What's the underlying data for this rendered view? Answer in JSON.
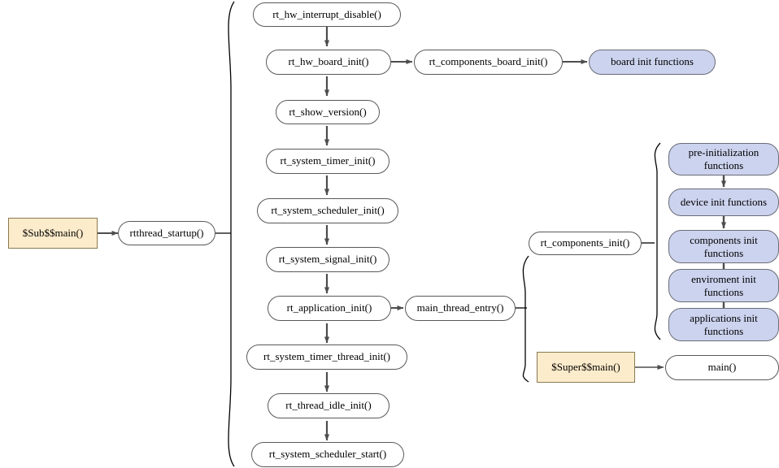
{
  "diagram": {
    "title": "RT-Thread startup flow",
    "colors": {
      "node_fill_default": "#ffffff",
      "node_fill_blue": "#ccd3ee",
      "node_fill_cream": "#fdeccb",
      "node_stroke": "#59595c",
      "rect_stroke": "#8a7a4f",
      "arrow": "#595959",
      "brace": "#000000",
      "text": "#000000"
    },
    "nodes": {
      "sub_main": {
        "label": "$Sub$$main()",
        "shape": "rect",
        "fill": "cream"
      },
      "rtthread_startup": {
        "label": "rtthread_startup()",
        "shape": "rounded",
        "fill": "white"
      },
      "rt_hw_interrupt_disable": {
        "label": "rt_hw_interrupt_disable()",
        "shape": "rounded",
        "fill": "white"
      },
      "rt_hw_board_init": {
        "label": "rt_hw_board_init()",
        "shape": "rounded",
        "fill": "white"
      },
      "rt_components_board_init": {
        "label": "rt_components_board_init()",
        "shape": "rounded",
        "fill": "white"
      },
      "board_init_functions": {
        "label": "board init functions",
        "shape": "rounded",
        "fill": "blue"
      },
      "rt_show_version": {
        "label": "rt_show_version()",
        "shape": "rounded",
        "fill": "white"
      },
      "rt_system_timer_init": {
        "label": "rt_system_timer_init()",
        "shape": "rounded",
        "fill": "white"
      },
      "rt_system_scheduler_init": {
        "label": "rt_system_scheduler_init()",
        "shape": "rounded",
        "fill": "white"
      },
      "rt_system_signal_init": {
        "label": "rt_system_signal_init()",
        "shape": "rounded",
        "fill": "white"
      },
      "rt_application_init": {
        "label": "rt_application_init()",
        "shape": "rounded",
        "fill": "white"
      },
      "main_thread_entry": {
        "label": "main_thread_entry()",
        "shape": "rounded",
        "fill": "white"
      },
      "rt_system_timer_thread_init": {
        "label": "rt_system_timer_thread_init()",
        "shape": "rounded",
        "fill": "white"
      },
      "rt_thread_idle_init": {
        "label": "rt_thread_idle_init()",
        "shape": "rounded",
        "fill": "white"
      },
      "rt_system_scheduler_start": {
        "label": "rt_system_scheduler_start()",
        "shape": "rounded",
        "fill": "white"
      },
      "rt_components_init": {
        "label": "rt_components_init()",
        "shape": "rounded",
        "fill": "white"
      },
      "pre_initialization_functions": {
        "label": "pre-initialization\nfunctions",
        "shape": "rounded",
        "fill": "blue"
      },
      "device_init_functions": {
        "label": "device init functions",
        "shape": "rounded",
        "fill": "blue"
      },
      "components_init_functions": {
        "label": "components init\nfunctions",
        "shape": "rounded",
        "fill": "blue"
      },
      "enviroment_init_functions": {
        "label": "enviroment init\nfunctions",
        "shape": "rounded",
        "fill": "blue"
      },
      "applications_init_functions": {
        "label": "applications init\nfunctions",
        "shape": "rounded",
        "fill": "blue"
      },
      "super_main": {
        "label": "$Super$$main()",
        "shape": "rect",
        "fill": "cream"
      },
      "main": {
        "label": "main()",
        "shape": "rounded",
        "fill": "white"
      }
    },
    "edges": [
      {
        "from": "sub_main",
        "to": "rtthread_startup",
        "kind": "arrow"
      },
      {
        "from": "rtthread_startup",
        "to": "startup_brace",
        "kind": "brace-connector"
      },
      {
        "from": "rt_hw_interrupt_disable",
        "to": "rt_hw_board_init",
        "kind": "arrow"
      },
      {
        "from": "rt_hw_board_init",
        "to": "rt_components_board_init",
        "kind": "arrow"
      },
      {
        "from": "rt_components_board_init",
        "to": "board_init_functions",
        "kind": "arrow"
      },
      {
        "from": "rt_hw_board_init",
        "to": "rt_show_version",
        "kind": "arrow"
      },
      {
        "from": "rt_show_version",
        "to": "rt_system_timer_init",
        "kind": "arrow"
      },
      {
        "from": "rt_system_timer_init",
        "to": "rt_system_scheduler_init",
        "kind": "arrow"
      },
      {
        "from": "rt_system_scheduler_init",
        "to": "rt_system_signal_init",
        "kind": "arrow"
      },
      {
        "from": "rt_system_signal_init",
        "to": "rt_application_init",
        "kind": "arrow"
      },
      {
        "from": "rt_application_init",
        "to": "main_thread_entry",
        "kind": "arrow"
      },
      {
        "from": "rt_application_init",
        "to": "rt_system_timer_thread_init",
        "kind": "arrow"
      },
      {
        "from": "rt_system_timer_thread_init",
        "to": "rt_thread_idle_init",
        "kind": "arrow"
      },
      {
        "from": "rt_thread_idle_init",
        "to": "rt_system_scheduler_start",
        "kind": "arrow"
      },
      {
        "from": "main_thread_entry",
        "to": "entry_brace",
        "kind": "brace-connector"
      },
      {
        "from": "rt_components_init",
        "to": "components_brace",
        "kind": "brace-connector"
      },
      {
        "from": "pre_initialization_functions",
        "to": "device_init_functions",
        "kind": "arrow"
      },
      {
        "from": "device_init_functions",
        "to": "components_init_functions",
        "kind": "arrow"
      },
      {
        "from": "components_init_functions",
        "to": "enviroment_init_functions",
        "kind": "arrow"
      },
      {
        "from": "enviroment_init_functions",
        "to": "applications_init_functions",
        "kind": "arrow"
      },
      {
        "from": "super_main",
        "to": "main",
        "kind": "arrow"
      }
    ]
  }
}
